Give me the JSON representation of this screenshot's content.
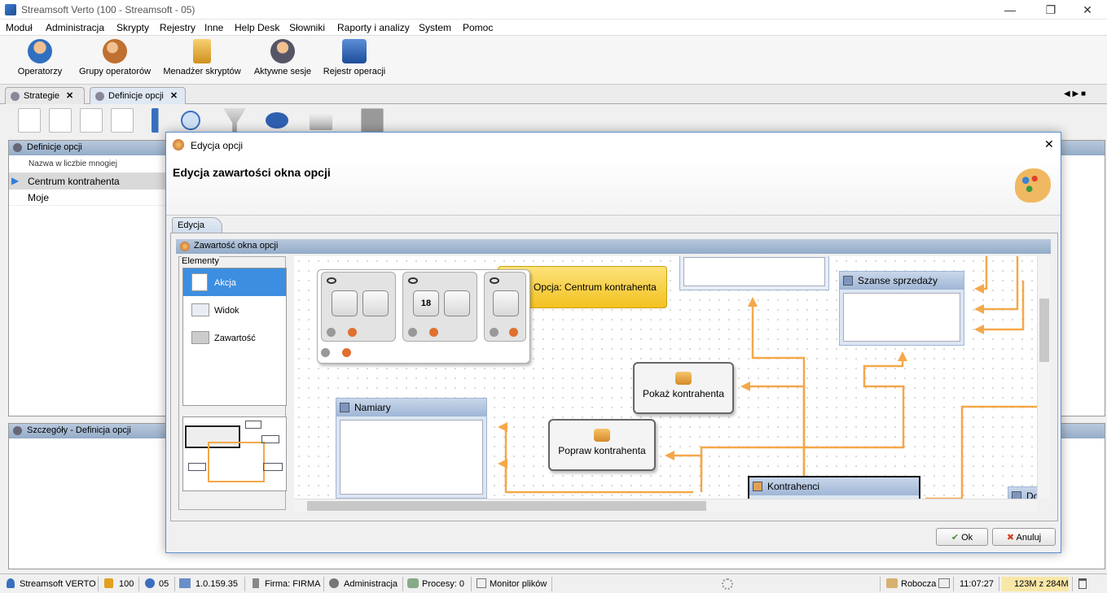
{
  "window": {
    "title": "Streamsoft Verto (100 - Streamsoft - 05)",
    "minimize": "—",
    "maximize": "❐",
    "close": "✕"
  },
  "menu": [
    "Moduł",
    "Administracja",
    "Skrypty",
    "Rejestry",
    "Inne",
    "Help Desk",
    "Słowniki",
    "Raporty i analizy",
    "System",
    "Pomoc"
  ],
  "toolbar": [
    "Operatorzy",
    "Grupy operatorów",
    "Menadżer skryptów",
    "Aktywne sesje",
    "Rejestr operacji"
  ],
  "tabs": [
    {
      "label": "Strategie",
      "close": "✕"
    },
    {
      "label": "Definicje opcji",
      "close": "✕"
    }
  ],
  "tabnav": "◀ ▶ ■",
  "left_panel": {
    "header": "Definicje opcji",
    "column": "Nazwa w liczbie mnogiej",
    "rows": [
      "Centrum kontrahenta",
      "Moje"
    ],
    "row_marker": "▶"
  },
  "bottom_panel": {
    "header": "Szczegóły - Definicja opcji"
  },
  "dialog": {
    "title": "Edycja opcji",
    "close": "✕",
    "heading": "Edycja zawartości okna opcji",
    "tab": "Edycja",
    "section": "Zawartość okna opcji",
    "elements_label": "Elementy",
    "elements": [
      "Akcja",
      "Widok",
      "Zawartość"
    ],
    "canvas": {
      "option_label": "Opcja: Centrum kontrahenta",
      "nodes": [
        "Pokaż kontrahenta",
        "Popraw kontrahenta"
      ],
      "windows": [
        "Namiary",
        "Szanse sprzedaży",
        "Kontrahenci",
        "Do"
      ],
      "calendar_day": "18"
    },
    "ok": "Ok",
    "cancel": "Anuluj",
    "ok_mark": "✔",
    "cancel_mark": "✖"
  },
  "statusbar": {
    "app": "Streamsoft VERTO",
    "lock": "100",
    "db": "05",
    "version": "1.0.159.35",
    "firma": "Firma: FIRMA",
    "role": "Administracja",
    "procesy": "Procesy: 0",
    "monitor": "Monitor plików",
    "robocza": "Robocza",
    "time": "11:07:27",
    "memory": "123M z 284M"
  },
  "colors": {
    "accent": "#3d8ee0",
    "arrow": "#f4a84a",
    "option_bg": "#f6cf3a",
    "header": "#9fb6d6"
  }
}
